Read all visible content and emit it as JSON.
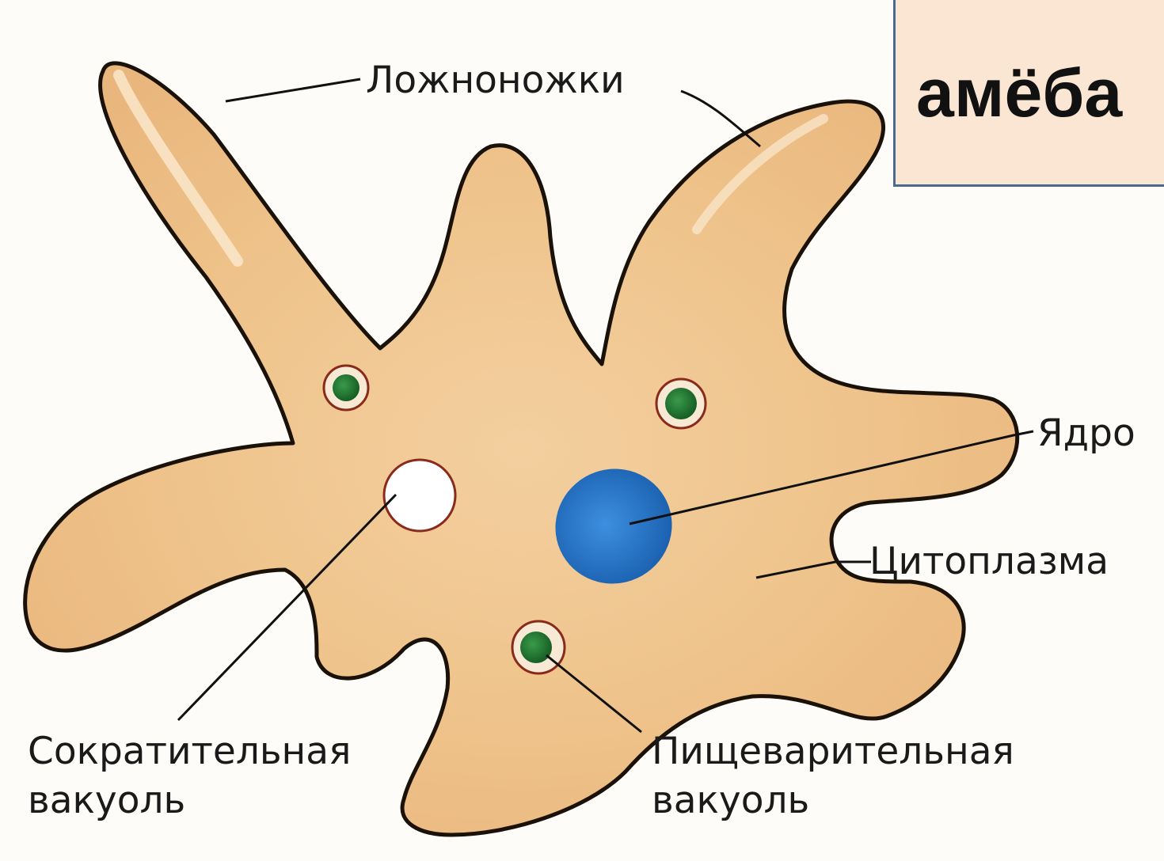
{
  "title": "амёба",
  "labels": {
    "pseudopodia": "Ложноножки",
    "nucleus": "Ядро",
    "cytoplasm": "Цитоплазма",
    "contractile_line1": "Сократительная",
    "contractile_line2": "вакуоль",
    "digestive_line1": "Пищеварительная",
    "digestive_line2": "вакуоль"
  },
  "colors": {
    "cytoplasm": "#efc48c",
    "outline": "#1a1208",
    "nucleus": "#1f6fc4",
    "food_vacuole": "#1e7a32",
    "contractile_vacuole": "#ffffff",
    "title_background": "#fbe6d4",
    "title_border": "#4a6b8f"
  }
}
